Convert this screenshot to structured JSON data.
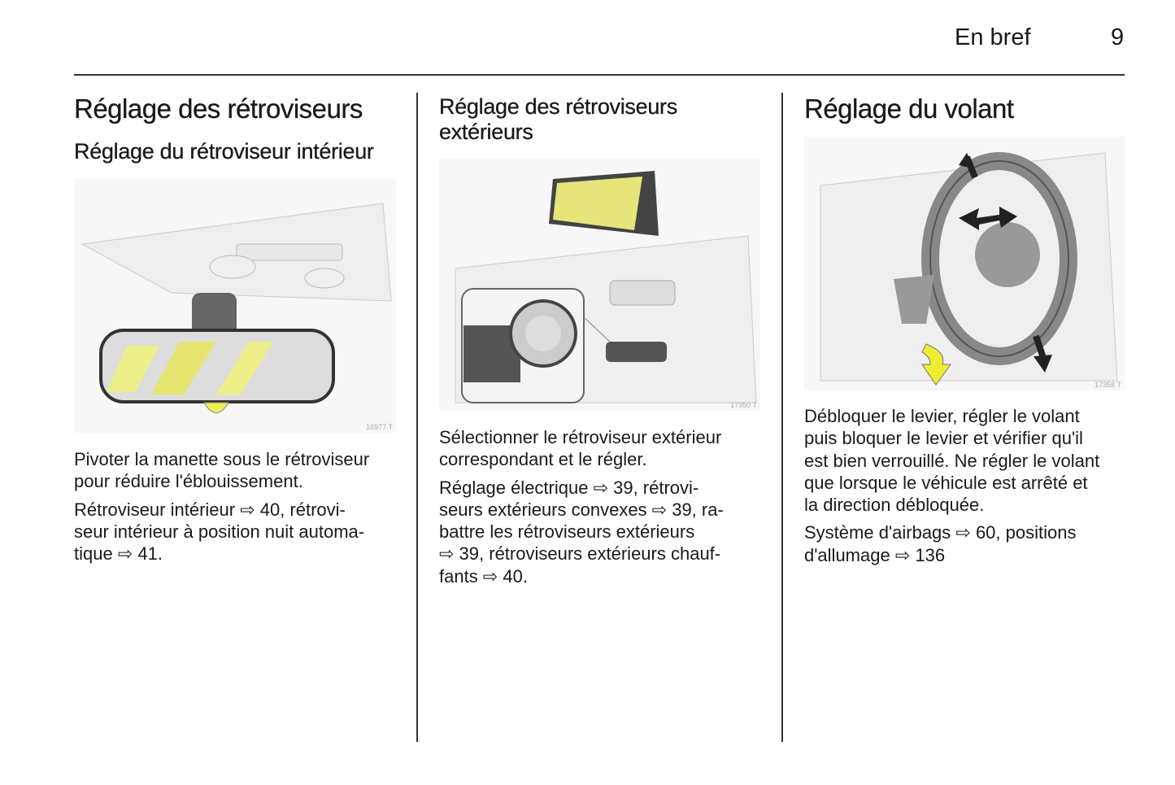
{
  "header": {
    "section": "En bref",
    "page_number": "9"
  },
  "col1": {
    "title": "Réglage des rétroviseurs",
    "subtitle": "Réglage du rétroviseur intérieur",
    "figure_code": "16977 T",
    "paragraphs": [
      [
        "Pivoter la manette sous le rétroviseur",
        "pour réduire l'éblouissement."
      ],
      [
        "Rétroviseur intérieur ⇨ 40, rétrovi-",
        "seur intérieur à position nuit automa-",
        "tique ⇨ 41."
      ]
    ]
  },
  "col2": {
    "title_lines": [
      "Réglage des rétroviseurs",
      "extérieurs"
    ],
    "figure_code": "17950 T",
    "paragraphs": [
      [
        "Sélectionner le rétroviseur extérieur",
        "correspondant et le régler."
      ],
      [
        "Réglage électrique ⇨ 39, rétrovi-",
        "seurs extérieurs convexes ⇨ 39, ra-",
        "battre les rétroviseurs extérieurs",
        "⇨ 39, rétroviseurs extérieurs chauf-",
        "fants ⇨ 40."
      ]
    ]
  },
  "col3": {
    "title": "Réglage du volant",
    "figure_code": "17358 T",
    "paragraphs": [
      [
        "Débloquer le levier, régler le volant",
        "puis bloquer le levier et vérifier qu'il",
        "est bien verrouillé. Ne régler le volant",
        "que lorsque le véhicule est arrêté et",
        "la direction débloquée."
      ],
      [
        "Système d'airbags ⇨ 60, positions",
        "d'allumage ⇨ 136"
      ]
    ]
  }
}
